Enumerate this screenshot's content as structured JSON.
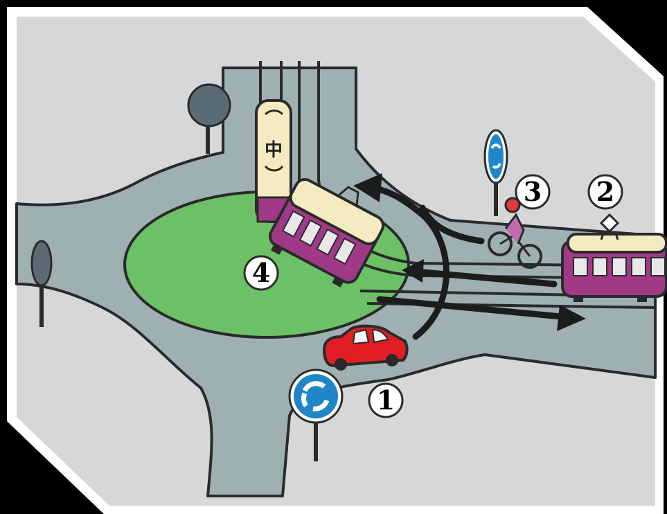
{
  "scene": {
    "description_hidden": "",
    "colors": {
      "frame": "#000000",
      "border": "#ffffff",
      "background": "#d6d7d8",
      "road": "#9fb0b3",
      "island": "#6cc166",
      "tram_body": "#a03a86",
      "tram_roof": "#f4ecc0",
      "car": "#e01e24",
      "sign": "#1f86c8",
      "tree": "#5b6b73"
    },
    "icons": {
      "roundabout_sign": "roundabout-sign-icon",
      "tram_stop_symbol": "tram-symbol-icon"
    }
  },
  "labels": {
    "car": "1",
    "tram_right": "2",
    "cyclist": "3",
    "tram_island": "4"
  },
  "tram_symbol": "中"
}
